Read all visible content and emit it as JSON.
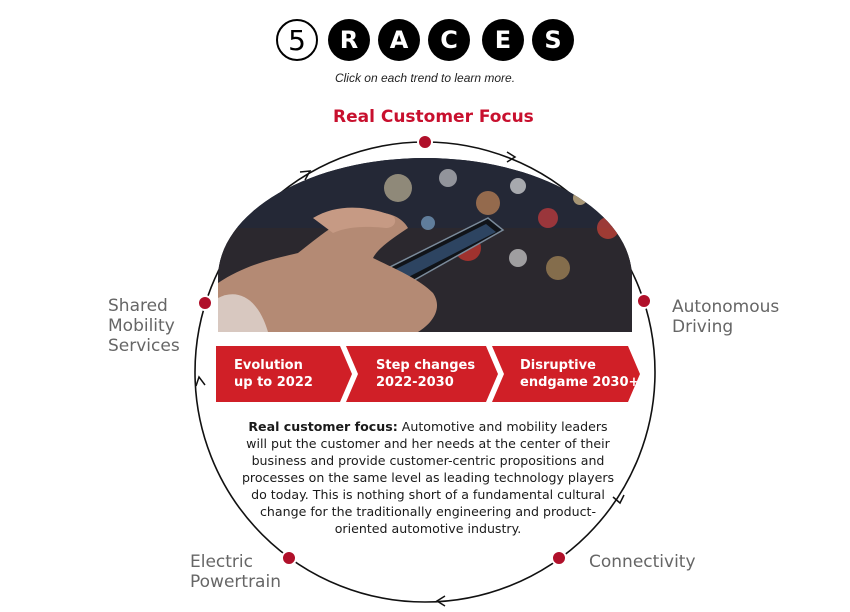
{
  "logo": {
    "number": "5",
    "letters": [
      "R",
      "A",
      "C",
      "E",
      "S"
    ]
  },
  "subtitle": "Click on each trend to learn more.",
  "trends": {
    "top": "Real Customer Focus",
    "right_1": "Autonomous",
    "right_2": "Driving",
    "left_1": "Shared",
    "left_2": "Mobility",
    "left_3": "Services",
    "bottom_left_1": "Electric",
    "bottom_left_2": "Powertrain",
    "bottom_right": "Connectivity"
  },
  "phases": [
    {
      "line1": "Evolution",
      "line2": "up to 2022"
    },
    {
      "line1": "Step changes",
      "line2": "2022-2030"
    },
    {
      "line1": "Disruptive",
      "line2": "endgame 2030+"
    }
  ],
  "description": {
    "heading": "Real customer focus:",
    "body": " Automotive and mobility leaders will put the customer and her needs at the center of their business and provide customer-centric propositions and processes on the same level as leading technology players do today. This is nothing short of a fundamental cultural change for the traditionally engineering and product-oriented automotive industry."
  },
  "colors": {
    "accent": "#c8102e",
    "arrow": "#d01f27",
    "inactive_label": "#666666"
  },
  "icons": [
    "hand-smartphone-photo",
    "bokeh-lights"
  ]
}
